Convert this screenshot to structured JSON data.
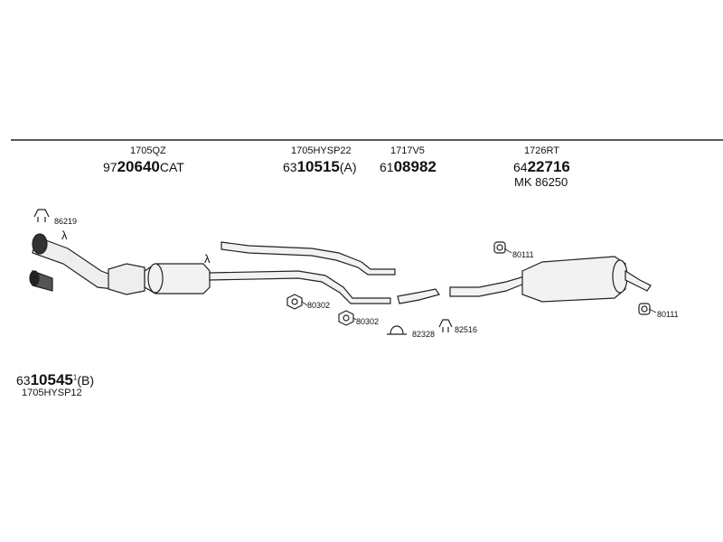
{
  "header_labels": [
    {
      "code": "1705QZ",
      "prefix": "97",
      "bold": "20640",
      "suffix": "CAT"
    },
    {
      "code": "1705HYSP22",
      "prefix": "63",
      "bold": "10515",
      "suffix": "(A)"
    },
    {
      "code": "1717V5",
      "prefix": "61",
      "bold": "08982",
      "suffix": ""
    },
    {
      "code": "1726RT",
      "prefix": "64",
      "bold": "22716",
      "suffix": "",
      "extra": "MK  86250"
    }
  ],
  "footer_label": {
    "prefix": "63",
    "bold": "10545",
    "sup": "1",
    "suffix": "(B)",
    "code": "1705HYSP12"
  },
  "part_numbers": {
    "p86219": "86219",
    "p80302a": "80302",
    "p80302b": "80302",
    "p82328": "82328",
    "p82516": "82516",
    "p80111a": "80111",
    "p80111b": "80111"
  },
  "lambda_symbol": "λ"
}
